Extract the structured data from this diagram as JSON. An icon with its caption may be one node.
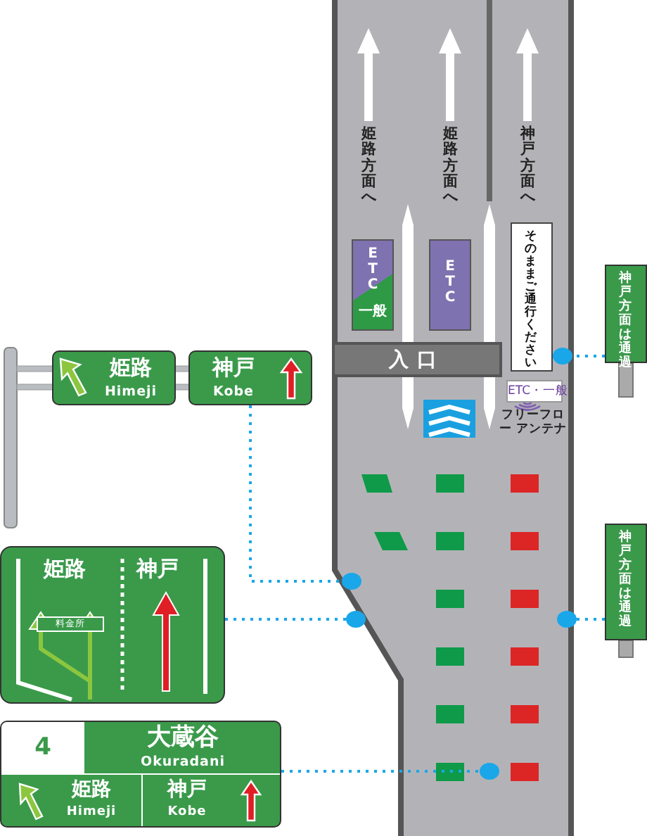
{
  "diagram": {
    "nodes": [
      {
        "text": [
          "ETC",
          "一般"
        ]
      },
      {
        "text": [
          "ETC"
        ]
      },
      {
        "text": [
          "そのままご通行ください"
        ]
      },
      {
        "text": [
          "入口"
        ]
      },
      {
        "text": [
          "神戸方面は通過"
        ]
      },
      {
        "text": [],
        "shape": "circle"
      },
      {
        "text": [
          "姫路",
          "Himeji"
        ]
      },
      {
        "text": [
          "神戸",
          "Kobe"
        ]
      },
      {
        "text": [
          "ETC・一般"
        ]
      },
      {
        "text": [
          "姫路",
          "神戸",
          "料金所"
        ]
      },
      {
        "text": [],
        "shape": "circle"
      },
      {
        "text": [],
        "shape": "circle"
      },
      {
        "text": [
          "神戸方面は通過"
        ]
      },
      {
        "text": [],
        "shape": "circle"
      },
      {
        "text": [
          "4",
          "大蔵谷",
          "Okuradani",
          "姫路",
          "Himeji",
          "神戸",
          "Kobe"
        ]
      },
      {
        "text": [],
        "shape": "circle"
      }
    ],
    "edges": [
      {
        "from": 4,
        "to": 5,
        "arrow": "none",
        "style": "dashed"
      },
      {
        "from": 7,
        "to": 10,
        "arrow": "none",
        "style": "dashed"
      },
      {
        "from": 9,
        "to": 11,
        "arrow": "none",
        "style": "dashed"
      },
      {
        "from": 12,
        "to": 13,
        "arrow": "none",
        "style": "dashed"
      },
      {
        "from": 14,
        "to": 15,
        "arrow": "none",
        "style": "dashed"
      }
    ],
    "labels": [
      "姫路方面へ",
      "姫路方面へ",
      "神戸方面へ",
      "フリーフロー アンテナ"
    ]
  }
}
